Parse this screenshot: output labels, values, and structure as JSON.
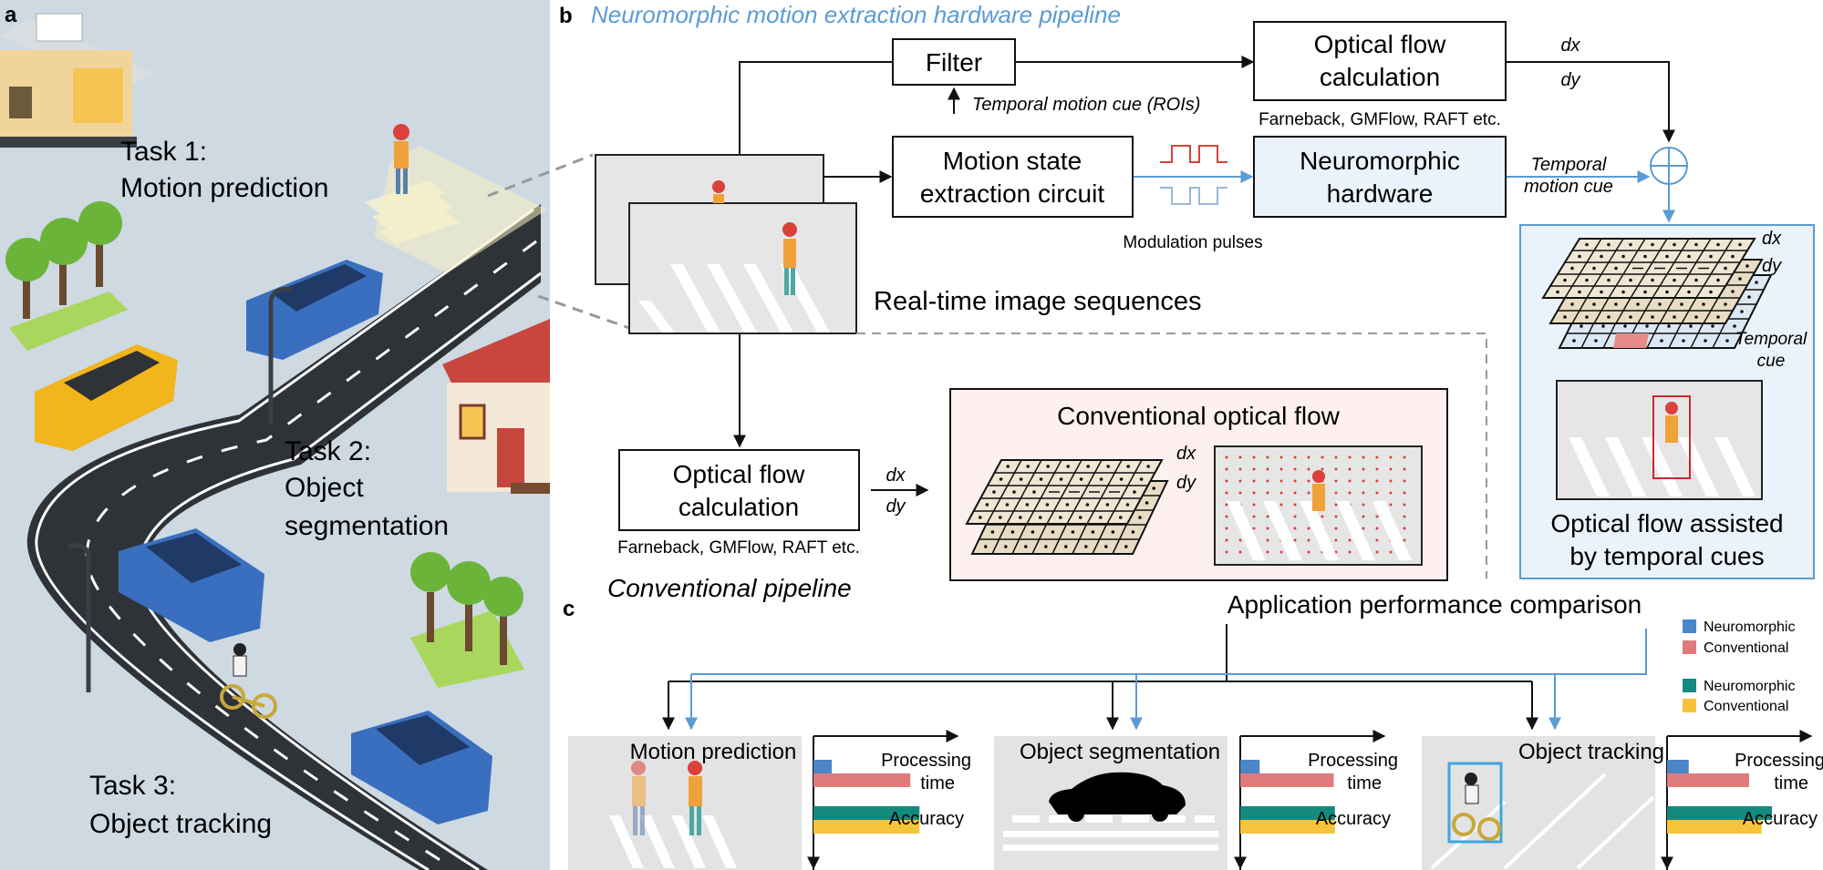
{
  "panel_a": {
    "label": "a",
    "task1_line1": "Task 1:",
    "task1_line2": "Motion prediction",
    "task2_line1": "Task 2:",
    "task2_line2": "Object",
    "task2_line3": "segmentation",
    "task3_line1": "Task 3:",
    "task3_line2": "Object tracking"
  },
  "panel_b": {
    "label": "b",
    "title": "Neuromorphic motion extraction hardware pipeline",
    "filter": "Filter",
    "roi_cue": "Temporal motion cue (ROIs)",
    "of_top_line1": "Optical flow",
    "of_top_line2": "calculation",
    "of_top_methods": "Farneback, GMFlow, RAFT etc.",
    "dx": "dx",
    "dy": "dy",
    "mse_line1": "Motion state",
    "mse_line2": "extraction circuit",
    "modulation": "Modulation pulses",
    "nh_line1": "Neuromorphic",
    "nh_line2": "hardware",
    "tmc_line1": "Temporal",
    "tmc_line2": "motion cue",
    "sequences": "Real-time image sequences",
    "temporal_cue_line1": "Temporal",
    "temporal_cue_line2": "cue",
    "assisted_line1": "Optical flow assisted",
    "assisted_line2": "by temporal cues",
    "of_bottom_line1": "Optical flow",
    "of_bottom_line2": "calculation",
    "of_bottom_methods": "Farneback, GMFlow, RAFT etc.",
    "conv_title": "Conventional optical flow",
    "conv_pipeline": "Conventional pipeline"
  },
  "panel_c": {
    "label": "c",
    "title": "Application performance comparison",
    "legend": {
      "time_neuro": "Neuromorphic",
      "time_conv": "Conventional",
      "acc_neuro": "Neuromorphic",
      "acc_conv": "Conventional"
    },
    "colors": {
      "time_neuro": "#4a86c8",
      "time_conv": "#e07b7b",
      "acc_neuro": "#138a7e",
      "acc_conv": "#f5c43a"
    },
    "apps": [
      {
        "name": "Motion prediction",
        "time_label": "Processing",
        "time_label2": "time",
        "acc_label": "Accuracy",
        "time_neuro": 0.16,
        "time_conv": 0.85,
        "acc_neuro": 0.93,
        "acc_conv": 0.93
      },
      {
        "name": "Object segmentation",
        "time_label": "Processing",
        "time_label2": "time",
        "acc_label": "Accuracy",
        "time_neuro": 0.17,
        "time_conv": 0.82,
        "acc_neuro": 0.83,
        "acc_conv": 0.83
      },
      {
        "name": "Object tracking",
        "time_label": "Processing",
        "time_label2": "time",
        "acc_label": "Accuracy",
        "time_neuro": 0.19,
        "time_conv": 0.72,
        "acc_neuro": 0.92,
        "acc_conv": 0.83
      }
    ]
  }
}
